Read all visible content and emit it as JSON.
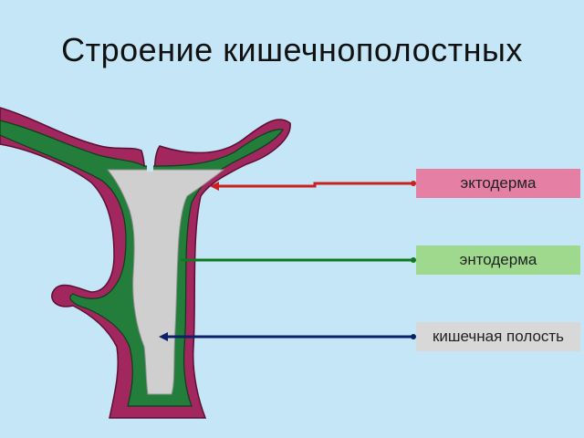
{
  "title": "Строение кишечнополостных",
  "labels": {
    "ectoderm": "эктодерма",
    "endoderm": "энтодерма",
    "cavity": "кишечная полость"
  },
  "colors": {
    "background": "#c5e6f7",
    "ectoderm": "#a3275f",
    "endoderm": "#237d3b",
    "cavity": "#cfcfcf",
    "arrow_ectoderm": "#cc1f1f",
    "arrow_endoderm": "#0e7a1e",
    "arrow_cavity": "#0b1f6b"
  }
}
